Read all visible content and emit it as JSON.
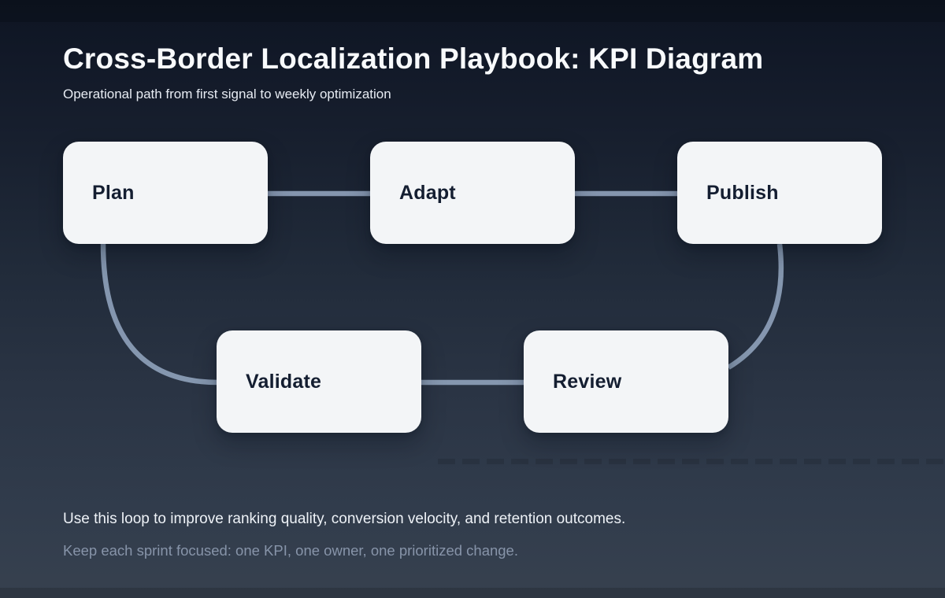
{
  "page": {
    "title": "Cross-Border Localization Playbook: KPI Diagram",
    "subtitle": "Operational path from first signal to weekly optimization"
  },
  "diagram": {
    "type": "flow-loop",
    "nodes": [
      {
        "id": "plan",
        "label": "Plan"
      },
      {
        "id": "adapt",
        "label": "Adapt"
      },
      {
        "id": "publish",
        "label": "Publish"
      },
      {
        "id": "validate",
        "label": "Validate"
      },
      {
        "id": "review",
        "label": "Review"
      }
    ],
    "edges": [
      {
        "from": "plan",
        "to": "adapt",
        "shape": "straight"
      },
      {
        "from": "adapt",
        "to": "publish",
        "shape": "straight"
      },
      {
        "from": "publish",
        "to": "review",
        "shape": "curved"
      },
      {
        "from": "review",
        "to": "validate",
        "shape": "straight"
      },
      {
        "from": "validate",
        "to": "plan",
        "shape": "curved"
      }
    ],
    "colors": {
      "node_fill": "#f3f5f7",
      "node_text": "#141e31",
      "connector": "#8da0b8"
    }
  },
  "footer": {
    "line1": "Use this loop to improve ranking quality, conversion velocity, and retention outcomes.",
    "line2": "Keep each sprint focused: one KPI, one owner, one prioritized change."
  },
  "theme": {
    "background_top": "#0e1522",
    "background_bottom": "#37414f",
    "title_color": "#f8fafc",
    "subtitle_color": "#e7ecf3",
    "footer_secondary_color": "#8794a9"
  }
}
